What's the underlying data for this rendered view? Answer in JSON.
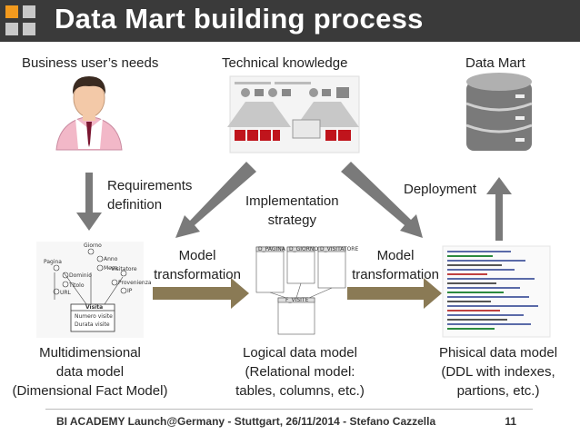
{
  "title": "Data Mart building process",
  "top_labels": {
    "business": "Business user’s needs",
    "technical": "Technical knowledge",
    "datamart": "Data Mart"
  },
  "steps": {
    "requirements": [
      "Requirements",
      "definition"
    ],
    "implementation": [
      "Implementation",
      "strategy"
    ],
    "deployment": "Deployment",
    "model_transform_1": [
      "Model",
      "transformation"
    ],
    "model_transform_2": [
      "Model",
      "transformation"
    ]
  },
  "models": {
    "multidimensional": [
      "Multidimensional",
      "data model",
      "(Dimensional Fact Model)"
    ],
    "logical": [
      "Logical data model",
      "(Relational model:",
      "tables, columns, etc.)"
    ],
    "physical": [
      "Phisical data model",
      "(DDL with indexes,",
      "partions, etc.)"
    ]
  },
  "dfm_diagram": {
    "fact": "Visita",
    "measures": [
      "Numero visite",
      "Durata visite"
    ],
    "attributes": [
      "Pagina",
      "Dominio",
      "Titolo",
      "URL",
      "Giorno",
      "Anno",
      "Mese",
      "Visitatore",
      "Provenienza",
      "IP"
    ]
  },
  "relational_diagram": {
    "tables": [
      "D_PAGINA",
      "D_GIORNO",
      "D_VISITATORE",
      "F_VISITE"
    ]
  },
  "footer": {
    "text": "BI ACADEMY Launch@Germany - Stuttgart, 26/11/2014 - Stefano Cazzella",
    "page": "11"
  },
  "colors": {
    "title_bar": "#3a3a3a",
    "logo_orange": "#f39a1e",
    "logo_light": "#c8c8c8",
    "arrow_gray": "#7a7a7a",
    "arrow_olive": "#8a7a55"
  }
}
